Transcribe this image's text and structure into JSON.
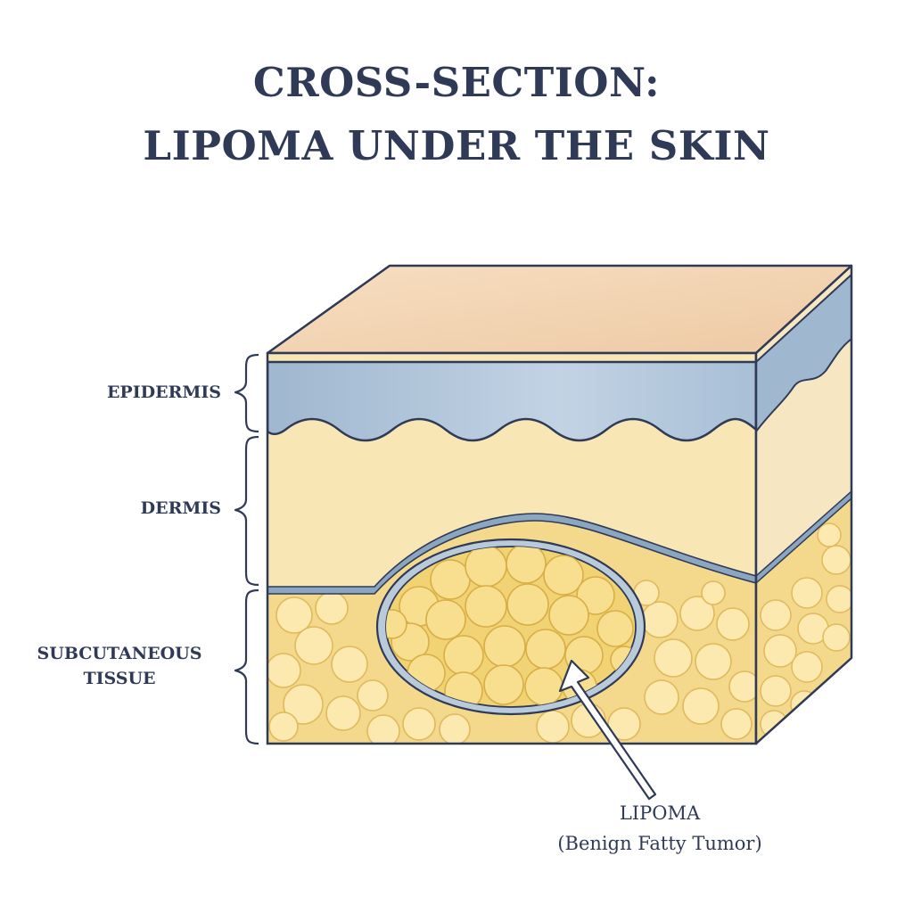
{
  "title": {
    "line1": "CROSS-SECTION:",
    "line2": "LIPOMA UNDER THE SKIN"
  },
  "labels": {
    "epidermis": "EPIDERMIS",
    "dermis": "DERMIS",
    "subcutaneous_line1": "SUBCUTANEOUS",
    "subcutaneous_line2": "TISSUE",
    "lipoma": "LIPOMA",
    "lipoma_detail": "(Benign Fatty Tumor)"
  },
  "colors": {
    "outline": "#2f3a57",
    "skin_top": "#f3d9b9",
    "epidermis": "#a8bfd6",
    "dermis": "#f8e6b4",
    "subcutaneous": "#f4d98c",
    "fat_cell": "#fbe7a8",
    "lipoma": "#f2d374",
    "capsule": "#8aa6c1"
  }
}
